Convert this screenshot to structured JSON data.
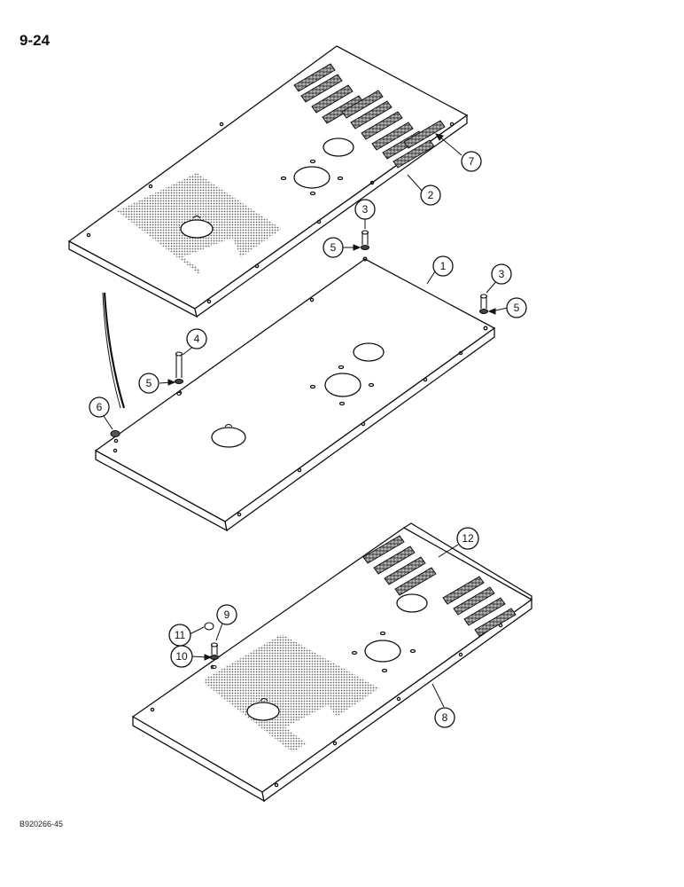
{
  "page": {
    "number": "9-24",
    "drawing_code": "B920266-45"
  },
  "colors": {
    "ink": "#111111",
    "paper": "#ffffff",
    "texture": "#7a7a7a"
  },
  "callouts": [
    {
      "id": "c7",
      "label": "7",
      "part": "vent-panel-upper"
    },
    {
      "id": "c2",
      "label": "2",
      "part": "upper-cover-panel"
    },
    {
      "id": "c3a",
      "label": "3",
      "part": "bolt"
    },
    {
      "id": "c5a",
      "label": "5",
      "part": "washer"
    },
    {
      "id": "c1",
      "label": "1",
      "part": "middle-plate"
    },
    {
      "id": "c3b",
      "label": "3",
      "part": "bolt"
    },
    {
      "id": "c5b",
      "label": "5",
      "part": "washer"
    },
    {
      "id": "c4",
      "label": "4",
      "part": "bolt"
    },
    {
      "id": "c5c",
      "label": "5",
      "part": "washer"
    },
    {
      "id": "c6",
      "label": "6",
      "part": "plug"
    },
    {
      "id": "c12",
      "label": "12",
      "part": "vent-panel-lower"
    },
    {
      "id": "c9",
      "label": "9",
      "part": "bolt"
    },
    {
      "id": "c11",
      "label": "11",
      "part": "plug"
    },
    {
      "id": "c10",
      "label": "10",
      "part": "washer"
    },
    {
      "id": "c8",
      "label": "8",
      "part": "lower-cover-panel"
    }
  ]
}
